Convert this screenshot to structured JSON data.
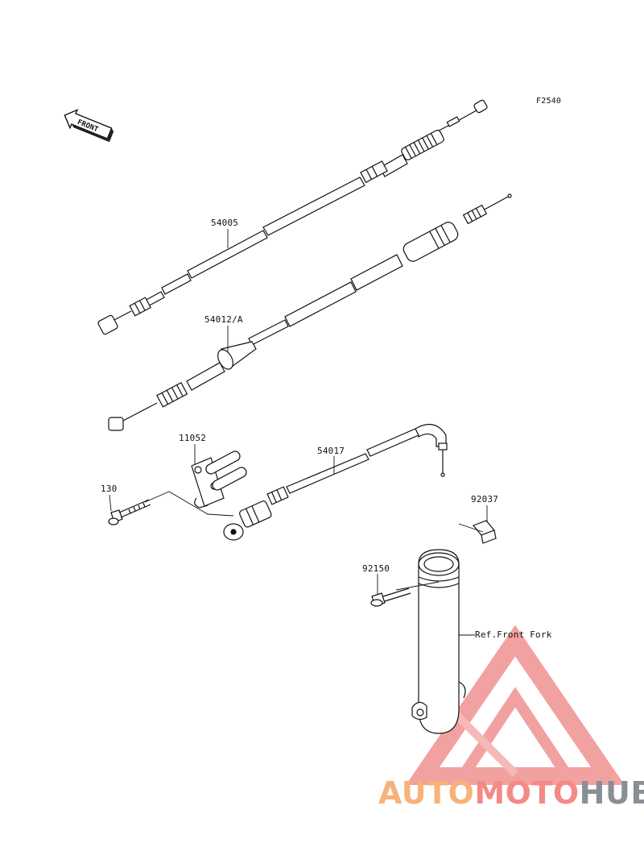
{
  "figure_code": "F2540",
  "front_indicator": "FRONT",
  "parts": {
    "clutch_cable": "54005",
    "throttle_cable": "54012/A",
    "speedometer_cable": "54017",
    "holder": "11052",
    "bolt": "130",
    "guide": "92037",
    "screw": "92150"
  },
  "reference": "Ref.Front Fork",
  "watermark": {
    "part1": "AUTO",
    "part2": "MOTO",
    "part3": "HUB",
    "color1": "#f7b27a",
    "color2": "#f48a86",
    "color3": "#8a8f96"
  }
}
